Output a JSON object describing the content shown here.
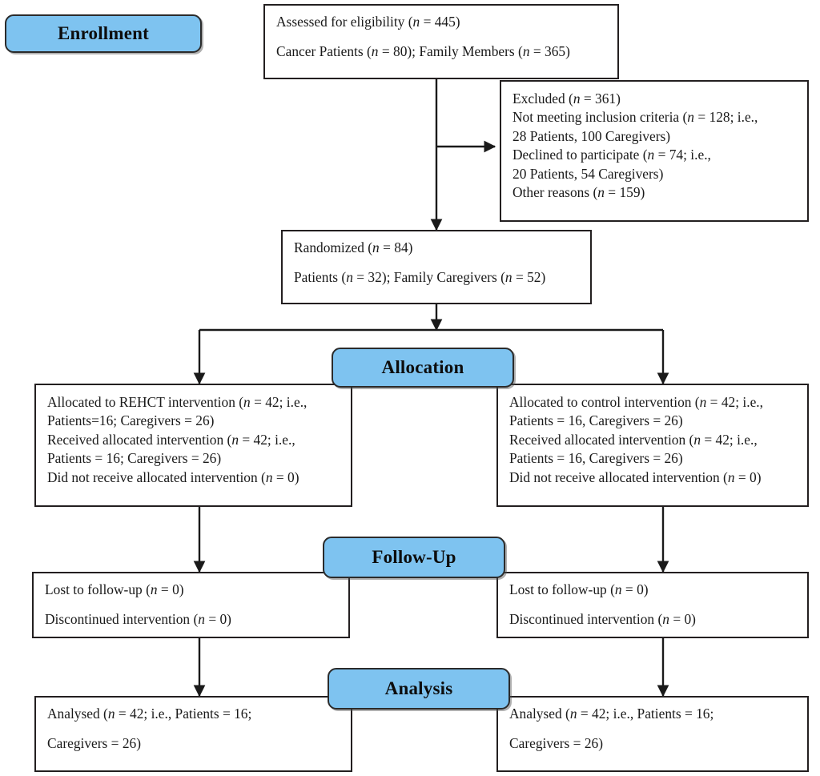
{
  "diagram": {
    "title": "CONSORT participant flow diagram",
    "accent_blue": "#7EC3F0",
    "border_color": "#231f20",
    "background": "#ffffff"
  },
  "stages": {
    "enrollment": "Enrollment",
    "allocation": "Allocation",
    "followup": "Follow-Up",
    "analysis": "Analysis"
  },
  "boxes": {
    "assessed": {
      "lines": [
        "Assessed for eligibility (n = 445)",
        "Cancer Patients (n = 80); Family Members (n = 365)"
      ]
    },
    "excluded": {
      "lines": [
        "Excluded (n = 361)",
        "Not meeting inclusion criteria (n = 128; i.e.,",
        "28 Patients, 100 Caregivers)",
        "Declined to participate (n = 74; i.e.,",
        "20 Patients, 54 Caregivers)",
        "Other reasons (n = 159)"
      ]
    },
    "randomized": {
      "lines": [
        "Randomized (n = 84)",
        "Patients (n = 32); Family Caregivers (n = 52)"
      ]
    },
    "allocated_left": {
      "lines": [
        "Allocated to REHCT intervention (n = 42; i.e.,",
        "Patients=16; Caregivers = 26)",
        "Received allocated intervention (n = 42; i.e.,",
        "Patients = 16; Caregivers = 26)",
        "Did not receive allocated intervention (n = 0)"
      ]
    },
    "allocated_right": {
      "lines": [
        "Allocated to control intervention (n = 42; i.e.,",
        "Patients = 16, Caregivers = 26)",
        "Received allocated intervention (n = 42; i.e.,",
        "Patients = 16, Caregivers = 26)",
        "Did not receive allocated intervention (n = 0)"
      ]
    },
    "followup_left": {
      "lines": [
        "Lost to follow-up (n = 0)",
        "Discontinued intervention (n = 0)"
      ]
    },
    "followup_right": {
      "lines": [
        "Lost to follow-up (n = 0)",
        "Discontinued intervention (n = 0)"
      ]
    },
    "analysis_left": {
      "lines": [
        "Analysed (n = 42; i.e., Patients = 16;",
        "Caregivers = 26)"
      ]
    },
    "analysis_right": {
      "lines": [
        "Analysed (n = 42; i.e., Patients = 16;",
        "Caregivers = 26)"
      ]
    }
  },
  "chart_data": {
    "type": "flowchart",
    "title": "CONSORT participant flow diagram",
    "stages": [
      "Enrollment",
      "Allocation",
      "Follow-Up",
      "Analysis"
    ],
    "nodes": [
      {
        "id": "assessed",
        "stage": "Enrollment",
        "assessed_n": 445,
        "cancer_patients_n": 80,
        "family_members_n": 365
      },
      {
        "id": "excluded",
        "stage": "Enrollment",
        "excluded_n": 361,
        "not_meeting_inclusion_n": 128,
        "not_meeting_patients_n": 28,
        "not_meeting_caregivers_n": 100,
        "declined_n": 74,
        "declined_patients_n": 20,
        "declined_caregivers_n": 54,
        "other_reasons_n": 159
      },
      {
        "id": "randomized",
        "stage": "Enrollment",
        "randomized_n": 84,
        "patients_n": 32,
        "family_caregivers_n": 52
      },
      {
        "id": "allocated_left",
        "stage": "Allocation",
        "arm": "REHCT intervention",
        "allocated_n": 42,
        "patients_n": 16,
        "caregivers_n": 26,
        "received_n": 42,
        "did_not_receive_n": 0
      },
      {
        "id": "allocated_right",
        "stage": "Allocation",
        "arm": "control intervention",
        "allocated_n": 42,
        "patients_n": 16,
        "caregivers_n": 26,
        "received_n": 42,
        "did_not_receive_n": 0
      },
      {
        "id": "followup_left",
        "stage": "Follow-Up",
        "arm": "REHCT intervention",
        "lost_to_followup_n": 0,
        "discontinued_n": 0
      },
      {
        "id": "followup_right",
        "stage": "Follow-Up",
        "arm": "control intervention",
        "lost_to_followup_n": 0,
        "discontinued_n": 0
      },
      {
        "id": "analysis_left",
        "stage": "Analysis",
        "arm": "REHCT intervention",
        "analysed_n": 42,
        "patients_n": 16,
        "caregivers_n": 26
      },
      {
        "id": "analysis_right",
        "stage": "Analysis",
        "arm": "control intervention",
        "analysed_n": 42,
        "patients_n": 16,
        "caregivers_n": 26
      }
    ],
    "edges": [
      {
        "from": "assessed",
        "to": "excluded",
        "type": "branch-right"
      },
      {
        "from": "assessed",
        "to": "randomized",
        "type": "down"
      },
      {
        "from": "randomized",
        "to": "allocated_left",
        "type": "split-left"
      },
      {
        "from": "randomized",
        "to": "allocated_right",
        "type": "split-right"
      },
      {
        "from": "allocated_left",
        "to": "followup_left",
        "type": "down"
      },
      {
        "from": "allocated_right",
        "to": "followup_right",
        "type": "down"
      },
      {
        "from": "followup_left",
        "to": "analysis_left",
        "type": "down"
      },
      {
        "from": "followup_right",
        "to": "analysis_right",
        "type": "down"
      }
    ]
  }
}
